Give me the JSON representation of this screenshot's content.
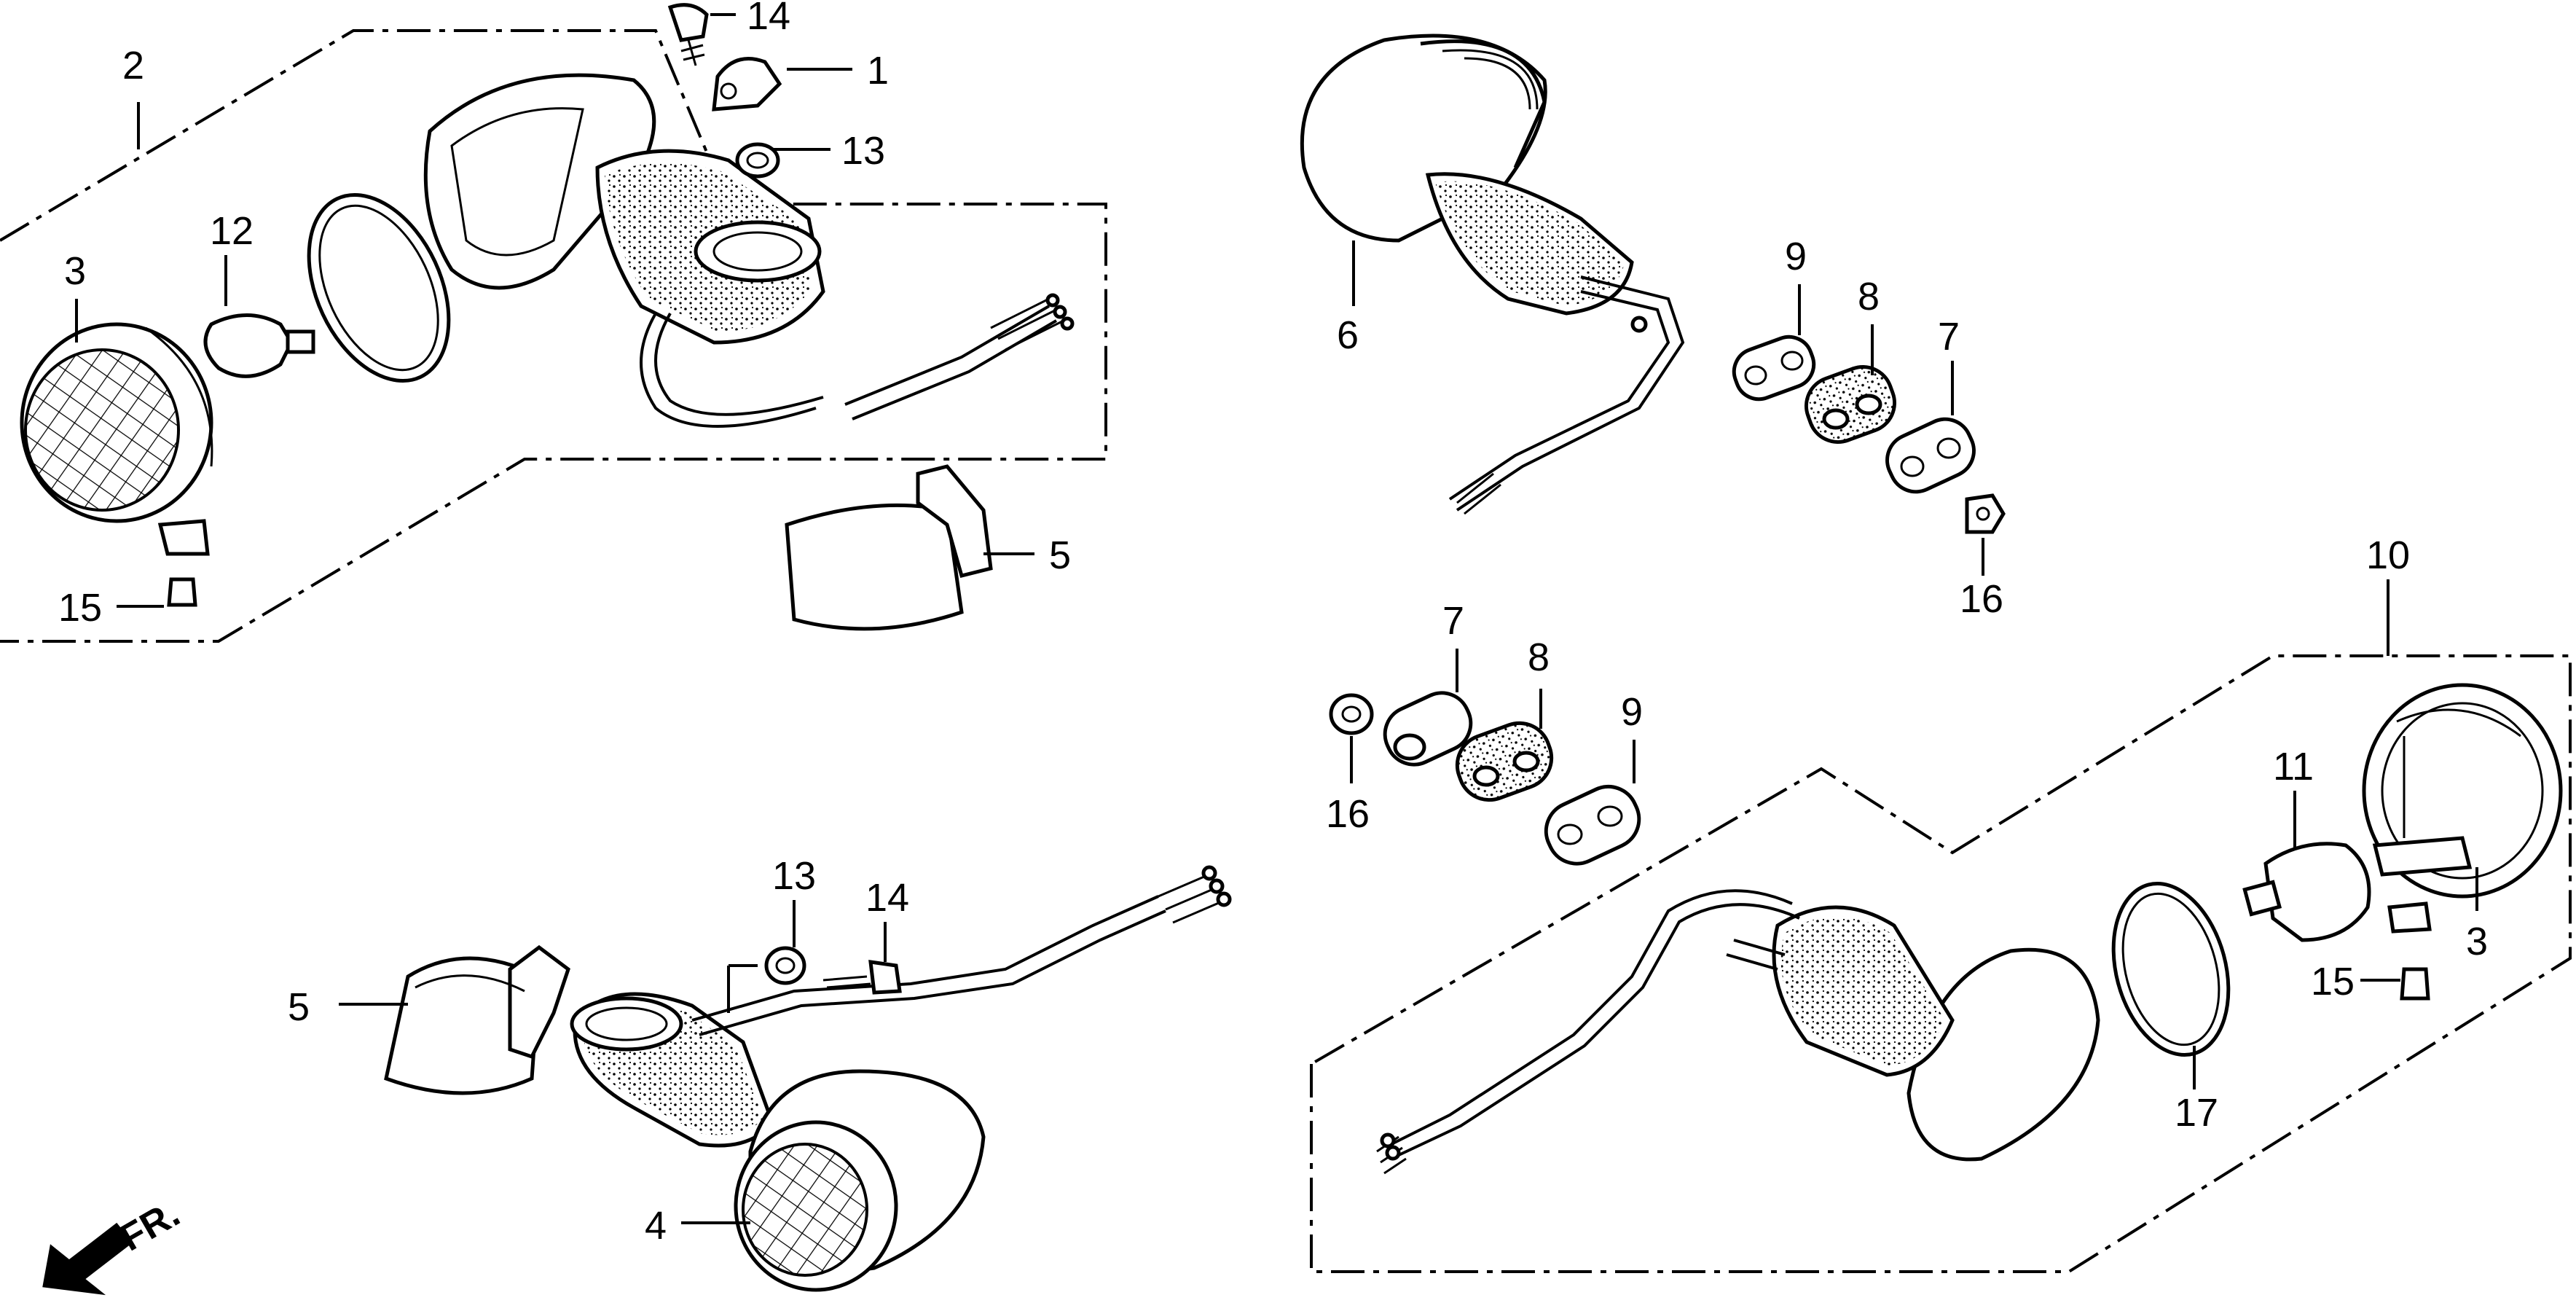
{
  "diagram": {
    "callouts": [
      {
        "id": "c2a",
        "label": "2"
      },
      {
        "id": "c14a",
        "label": "14"
      },
      {
        "id": "c1a",
        "label": "1"
      },
      {
        "id": "c13a",
        "label": "13"
      },
      {
        "id": "c3a",
        "label": "3"
      },
      {
        "id": "c12a",
        "label": "12"
      },
      {
        "id": "c15a",
        "label": "15"
      },
      {
        "id": "c5a",
        "label": "5"
      },
      {
        "id": "c6a",
        "label": "6"
      },
      {
        "id": "c9a",
        "label": "9"
      },
      {
        "id": "c8a",
        "label": "8"
      },
      {
        "id": "c7a",
        "label": "7"
      },
      {
        "id": "c16a",
        "label": "16"
      },
      {
        "id": "c10a",
        "label": "10"
      },
      {
        "id": "c7b",
        "label": "7"
      },
      {
        "id": "c8b",
        "label": "8"
      },
      {
        "id": "c9b",
        "label": "9"
      },
      {
        "id": "c16b",
        "label": "16"
      },
      {
        "id": "c11a",
        "label": "11"
      },
      {
        "id": "c3b",
        "label": "3"
      },
      {
        "id": "c15b",
        "label": "15"
      },
      {
        "id": "c17a",
        "label": "17"
      },
      {
        "id": "c13b",
        "label": "13"
      },
      {
        "id": "c14b",
        "label": "14"
      },
      {
        "id": "c5b",
        "label": "5"
      },
      {
        "id": "c4a",
        "label": "4"
      }
    ],
    "direction_label": "FR."
  }
}
